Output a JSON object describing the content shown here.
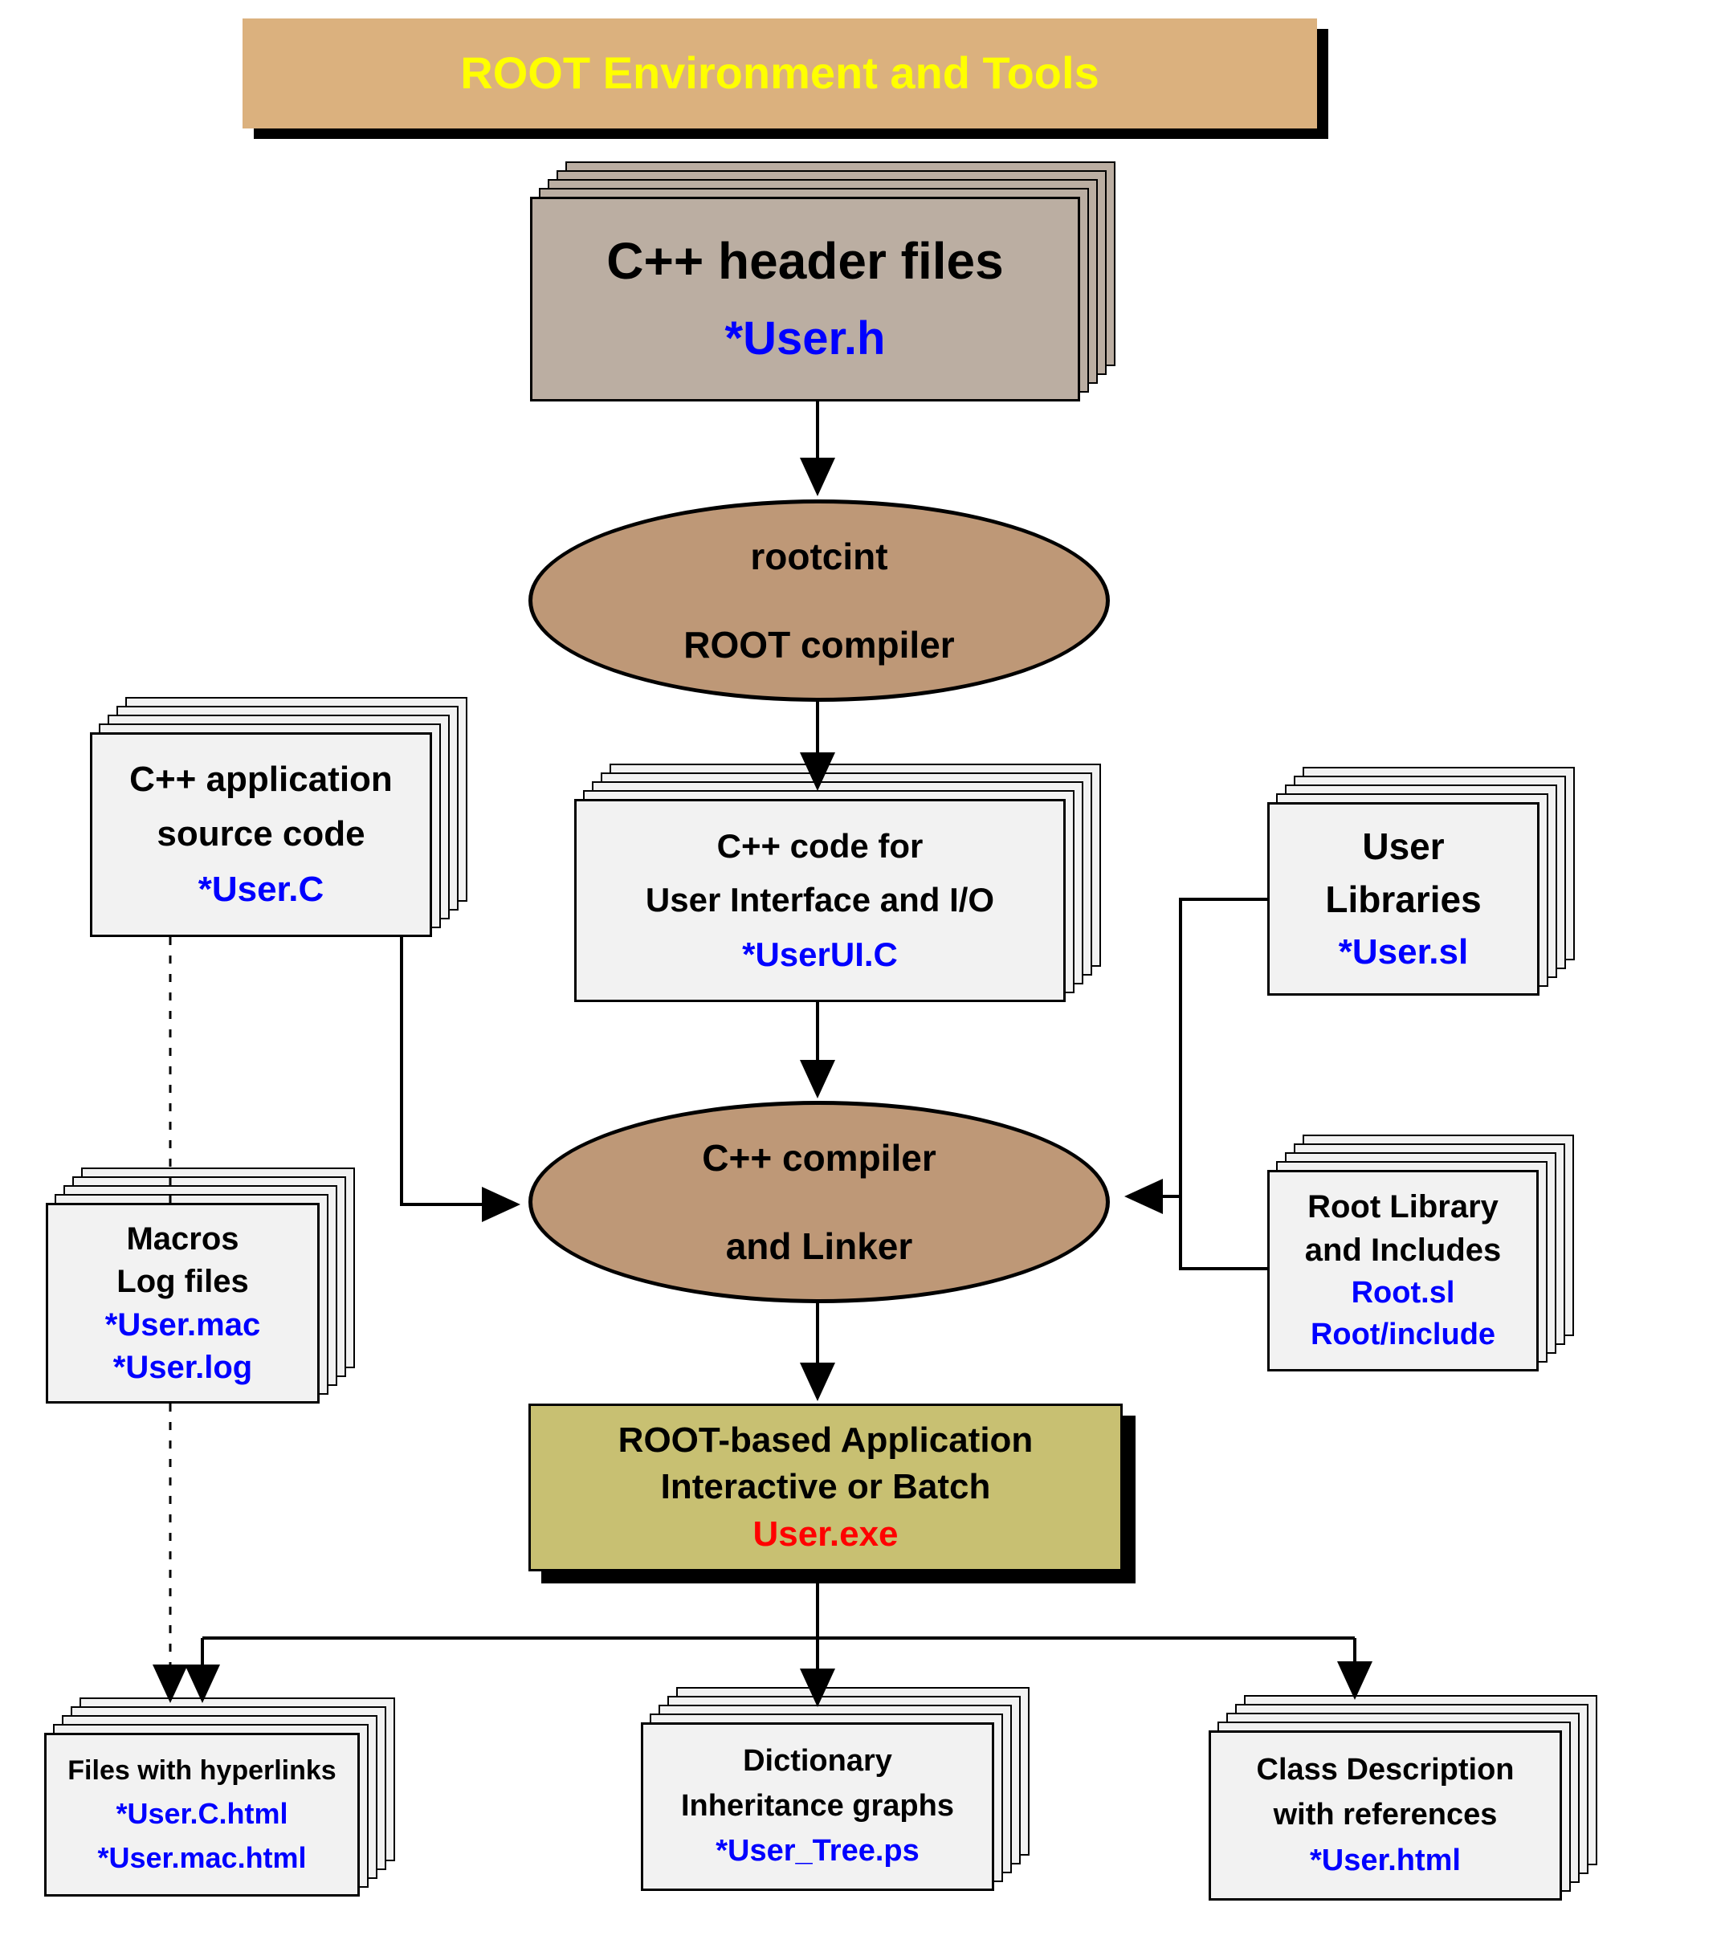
{
  "banner": {
    "title": "ROOT Environment and Tools"
  },
  "header_stack": {
    "line1": "C++ header files",
    "file1": "*User.h"
  },
  "rootcint_ellipse": {
    "line1": "rootcint",
    "line2": "ROOT compiler"
  },
  "app_source_stack": {
    "line1": "C++ application",
    "line2": "source code",
    "file1": "*User.C"
  },
  "userui_stack": {
    "line1": "C++ code for",
    "line2": "User Interface and I/O",
    "file1": "*UserUI.C"
  },
  "user_lib_stack": {
    "line1": "User",
    "line2": "Libraries",
    "file1": "*User.sl"
  },
  "compiler_ellipse": {
    "line1": "C++ compiler",
    "line2": "and Linker"
  },
  "macros_stack": {
    "line1": "Macros",
    "line2": "Log files",
    "file1": "*User.mac",
    "file2": "*User.log"
  },
  "root_lib_stack": {
    "line1": "Root Library",
    "line2": "and Includes",
    "file1": "Root.sl",
    "file2": "Root/include"
  },
  "app_box": {
    "line1": "ROOT-based Application",
    "line2": "Interactive or Batch",
    "exe": "User.exe"
  },
  "files_stack": {
    "line1": "Files with hyperlinks",
    "file1": "*User.C.html",
    "file2": "*User.mac.html"
  },
  "dict_stack": {
    "line1": "Dictionary",
    "line2": "Inheritance graphs",
    "file1": "*User_Tree.ps"
  },
  "class_stack": {
    "line1": "Class Description",
    "line2": "with references",
    "file1": "*User.html"
  },
  "colors": {
    "banner_bg": "#DBB17E",
    "banner_text": "#FFFF00",
    "header_bg": "#BBAEA2",
    "ellipse_bg": "#BE9877",
    "app_bg": "#C8C072",
    "page_bg": "#F2F2F2",
    "file_text": "#0000FF",
    "exe_text": "#FF0000",
    "line": "#000000"
  }
}
